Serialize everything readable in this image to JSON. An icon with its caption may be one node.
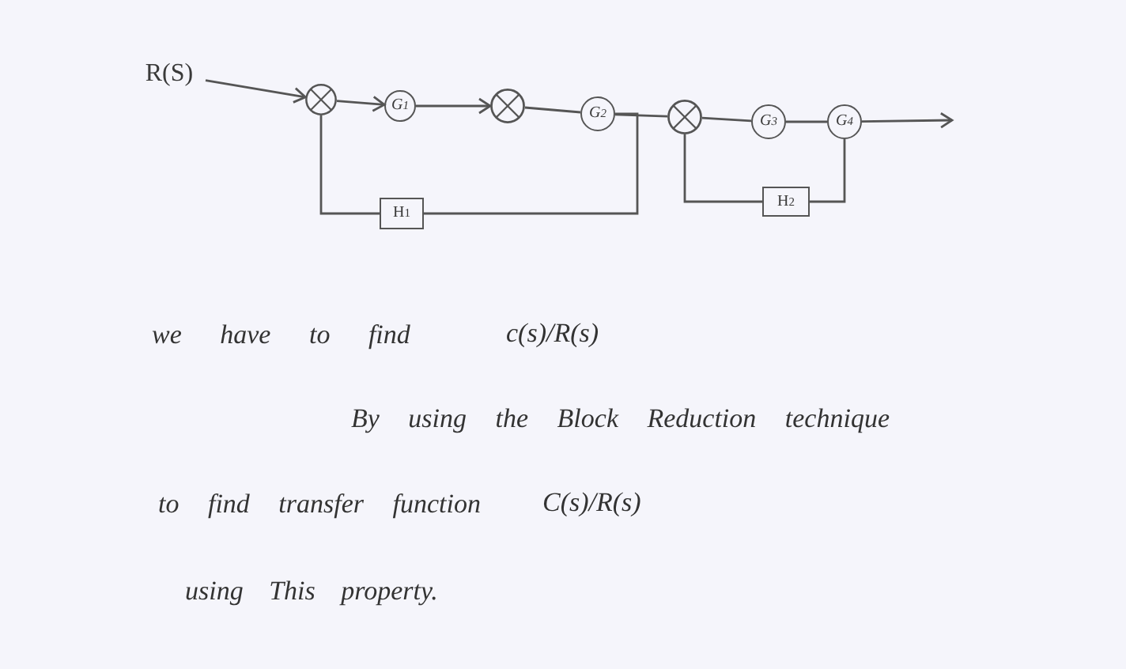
{
  "diagram": {
    "nodes": [
      {
        "text": [
          "R(S)"
        ]
      },
      {
        "text": [],
        "shape": "circle"
      },
      {
        "text": [
          "G$_{1}$"
        ]
      },
      {
        "text": [],
        "shape": "circle"
      },
      {
        "text": [
          "G$_{2}$"
        ]
      },
      {
        "text": [],
        "shape": "circle"
      },
      {
        "text": [
          "G$_{3}$"
        ]
      },
      {
        "text": [
          "G$_{4}$"
        ]
      },
      {
        "text": [
          "H$_{1}$"
        ]
      },
      {
        "text": [
          "H$_{2}$"
        ]
      }
    ],
    "edges": [
      {
        "from": 0,
        "to": 1,
        "arrow": "to"
      },
      {
        "from": 1,
        "to": 2,
        "arrow": "to"
      },
      {
        "from": 2,
        "to": 3,
        "arrow": "to"
      },
      {
        "from": 3,
        "to": 4,
        "arrow": "none"
      },
      {
        "from": 4,
        "to": 5,
        "arrow": "none"
      },
      {
        "from": 4,
        "to": 8,
        "arrow": "none"
      },
      {
        "from": 8,
        "to": 1,
        "arrow": "none"
      },
      {
        "from": 5,
        "to": 6,
        "arrow": "none"
      },
      {
        "from": 6,
        "to": 7,
        "arrow": "none"
      },
      {
        "from": 7,
        "to": null,
        "arrow": "to"
      },
      {
        "from": 7,
        "to": 9,
        "arrow": "none"
      },
      {
        "from": 9,
        "to": 5,
        "arrow": "none"
      }
    ],
    "labels": [
      "we have to find",
      "c(s)/R(s)",
      "By using the Block Reduction technique",
      "to find transfer function",
      "C(s)/R(s)",
      "using This property."
    ]
  }
}
